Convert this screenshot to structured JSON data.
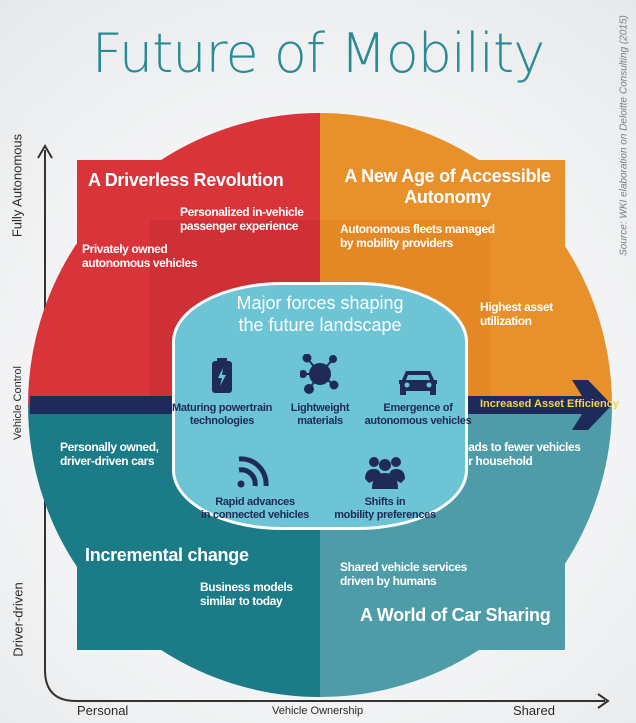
{
  "title": "Future of Mobility",
  "source": "Source: WKI elaboration on Deloitte Consulting (2015)",
  "axes": {
    "y_top": "Fully Autonomous",
    "y_mid": "Vehicle Control",
    "y_bottom": "Driver-driven",
    "x_left": "Personal",
    "x_mid": "Vehicle Ownership",
    "x_right": "Shared"
  },
  "arrow_label": "Increased Asset Efficiency",
  "quadrants": {
    "top_left": {
      "title": "A Driverless Revolution",
      "notes": [
        "Personalized in-vehicle",
        "passenger experience",
        "Privately owned",
        "autonomous vehicles"
      ],
      "color": "#d8343a"
    },
    "top_right": {
      "title": "A New Age of Accessible Autonomy",
      "notes": [
        "Autonomous fleets managed",
        "by mobility providers",
        "Highest asset",
        "utilization"
      ],
      "color": "#e8902a"
    },
    "bottom_left": {
      "title": "Incremental change",
      "notes": [
        "Personally owned,",
        "driver-driven cars",
        "Business models",
        "similar to today"
      ],
      "color": "#1b7b86"
    },
    "bottom_right": {
      "title": "A World of Car Sharing",
      "notes": [
        "Shared vehicle services",
        "driven by humans",
        "Leads to fewer vehicles",
        "per household"
      ],
      "color": "#4d9ca8"
    }
  },
  "center": {
    "title_line1": "Major forces shaping",
    "title_line2": "the future landscape",
    "forces": [
      {
        "icon": "battery-icon",
        "line1": "Maturing powertrain",
        "line2": "technologies"
      },
      {
        "icon": "molecule-icon",
        "line1": "Lightweight",
        "line2": "materials"
      },
      {
        "icon": "car-icon",
        "line1": "Emergence of",
        "line2": "autonomous vehicles"
      },
      {
        "icon": "wifi-signal-icon",
        "line1": "Rapid advances",
        "line2": "in connected vehicles"
      },
      {
        "icon": "people-group-icon",
        "line1": "Shifts in",
        "line2": "mobility preferences"
      }
    ]
  },
  "colors": {
    "navy": "#1e2a5a",
    "accent_yellow": "#f3d34a",
    "center": "#6cc4d4",
    "title": "#2a8a96"
  }
}
